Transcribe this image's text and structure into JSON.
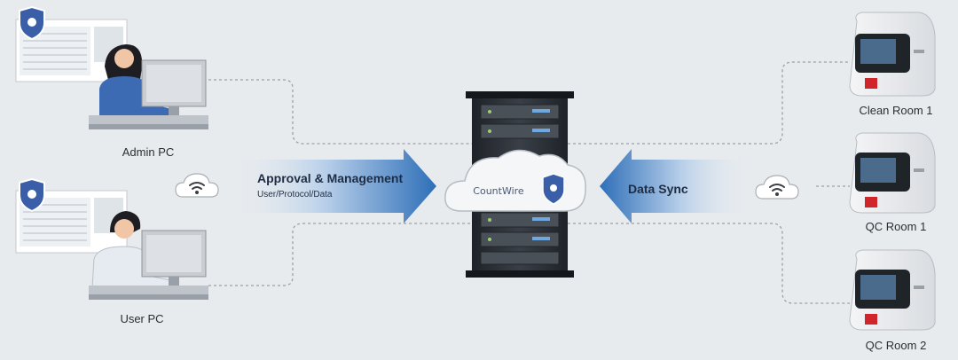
{
  "nodes": {
    "admin_pc": "Admin PC",
    "user_pc": "User PC",
    "clean_room_1": "Clean Room 1",
    "qc_room_1": "QC Room 1",
    "qc_room_2": "QC Room 2"
  },
  "server": {
    "brand": "CountWire"
  },
  "arrows": {
    "left_title": "Approval & Management",
    "left_sub": "User/Protocol/Data",
    "right_title": "Data Sync"
  },
  "colors": {
    "arrow_blue": "#2e6fb8",
    "shield_blue": "#3a5fa8",
    "device_red": "#d0262b",
    "rack_dark": "#2b2f36"
  },
  "icons": [
    "shield-icon",
    "wifi-cloud-icon",
    "server-rack-icon",
    "analyzer-device-icon",
    "monitor-icon",
    "person-icon"
  ]
}
